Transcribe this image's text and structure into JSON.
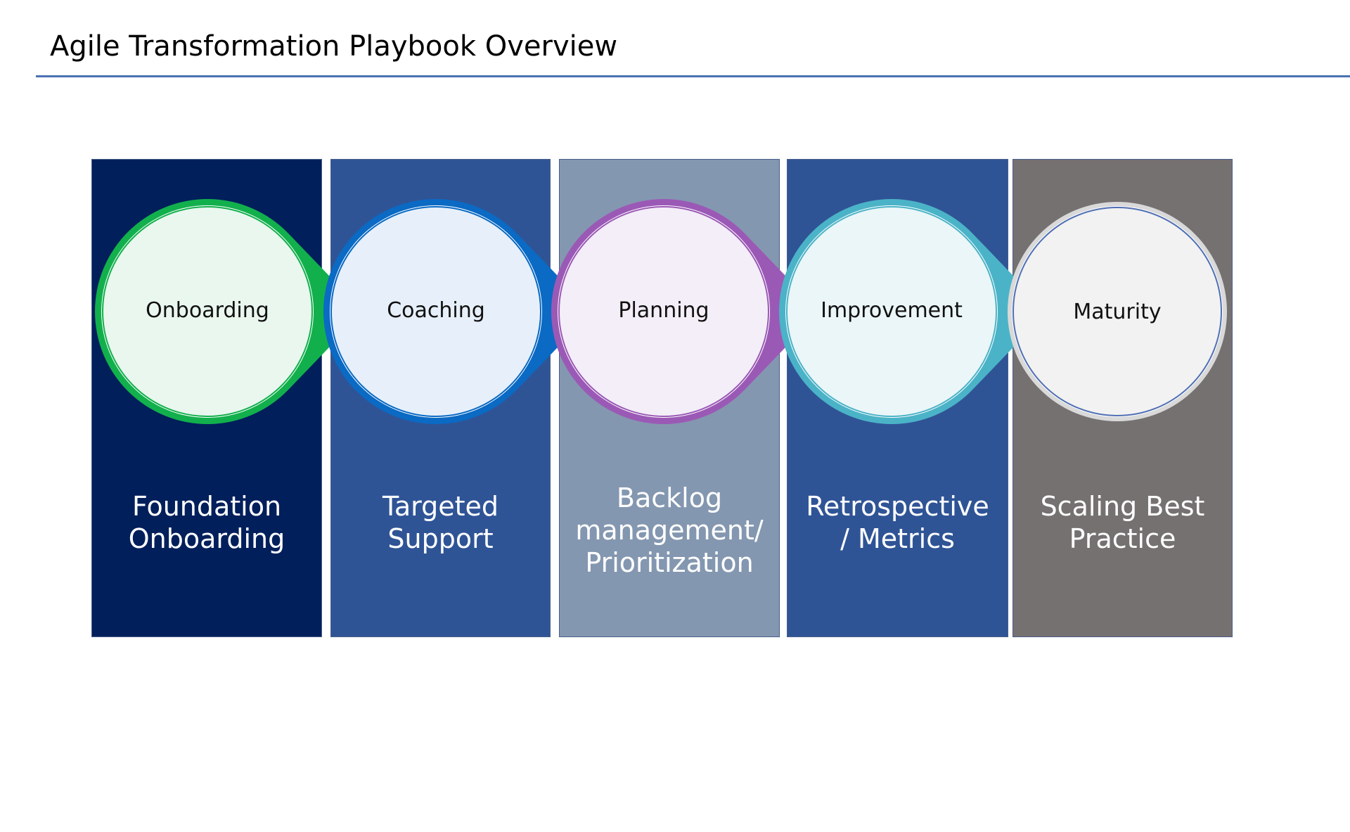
{
  "slide": {
    "title": "Agile Transformation Playbook Overview",
    "rule_color": "#4a72b0"
  },
  "stages": [
    {
      "stage": "Onboarding",
      "label_lines": [
        "Foundation",
        "Onboarding"
      ],
      "column_color": "#011f5b",
      "ring_color": "#12b04c",
      "fill_color": "#e9f7ef"
    },
    {
      "stage": "Coaching",
      "label_lines": [
        "Targeted",
        "Support"
      ],
      "column_color": "#2f5496",
      "ring_color": "#0a6ac4",
      "fill_color": "#e7f0fa"
    },
    {
      "stage": "Planning",
      "label_lines": [
        "Backlog",
        "management/",
        "Prioritization"
      ],
      "column_color": "#8497b0",
      "ring_color": "#9b59b6",
      "fill_color": "#f3eef8"
    },
    {
      "stage": "Improvement",
      "label_lines": [
        "Retrospective",
        "/ Metrics"
      ],
      "column_color": "#2f5496",
      "ring_color": "#4bb3c7",
      "fill_color": "#ebf6f8"
    },
    {
      "stage": "Maturity",
      "label_lines": [
        "Scaling Best",
        "Practice"
      ],
      "column_color": "#767171",
      "ring_color": "#d9d9d9",
      "fill_color": "#f2f2f2"
    }
  ]
}
